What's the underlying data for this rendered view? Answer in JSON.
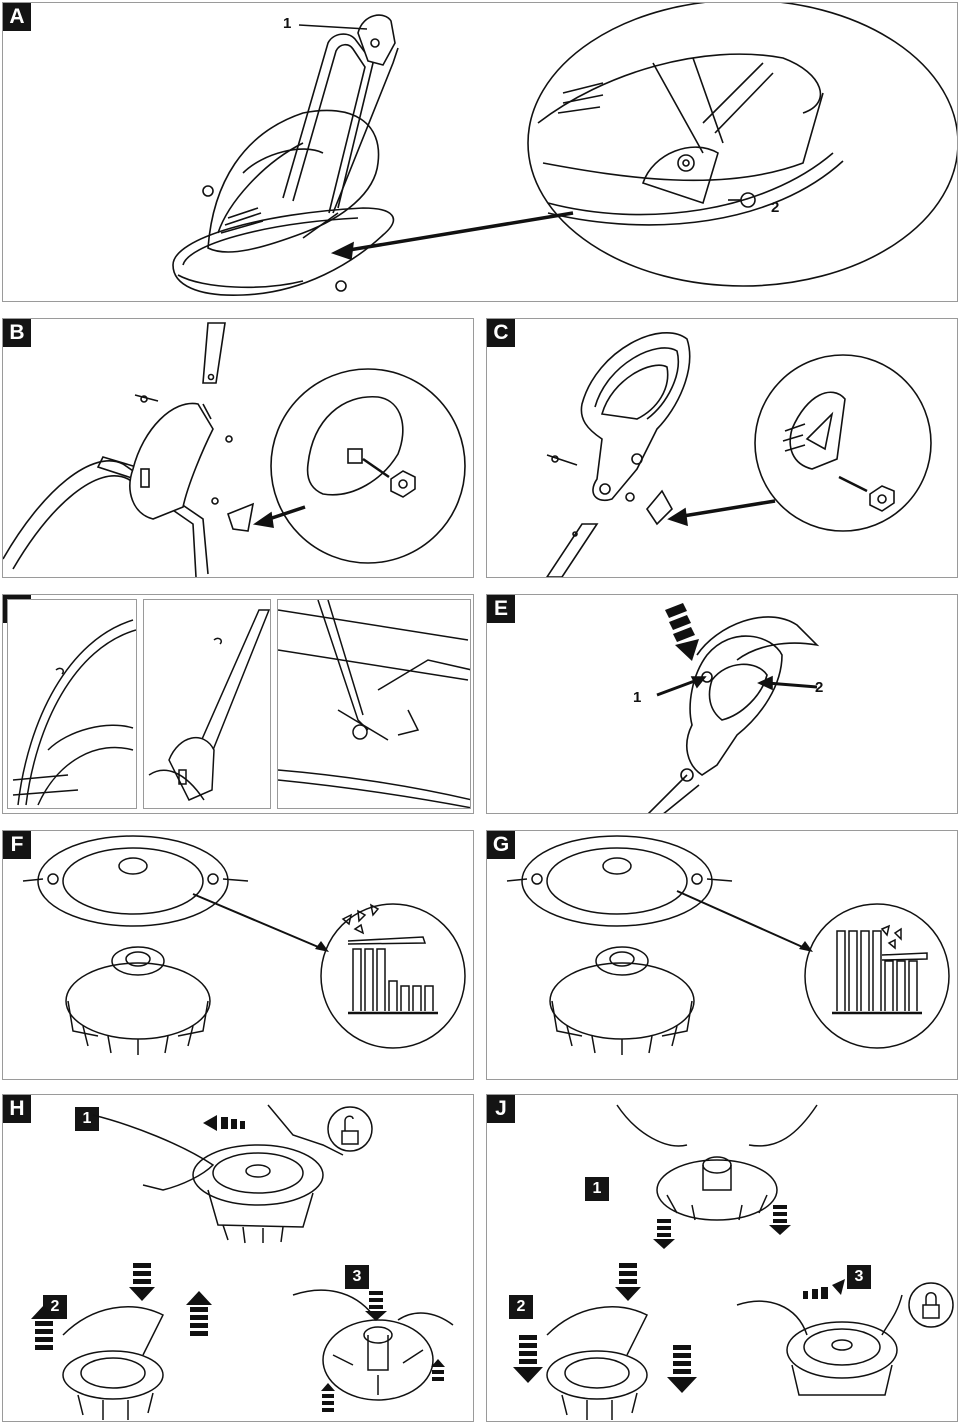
{
  "panels": {
    "A": {
      "tag": "A",
      "callouts": [
        "1",
        "2"
      ]
    },
    "B": {
      "tag": "B"
    },
    "C": {
      "tag": "C"
    },
    "D": {
      "tag": "D"
    },
    "E": {
      "tag": "E",
      "callouts": [
        "1",
        "2"
      ]
    },
    "F": {
      "tag": "F"
    },
    "G": {
      "tag": "G"
    },
    "H": {
      "tag": "H",
      "steps": [
        "1",
        "2",
        "3"
      ]
    },
    "J": {
      "tag": "J",
      "steps": [
        "1",
        "2",
        "3"
      ]
    }
  },
  "icons": {
    "unlock": "open-padlock-icon",
    "lock": "closed-padlock-icon"
  }
}
